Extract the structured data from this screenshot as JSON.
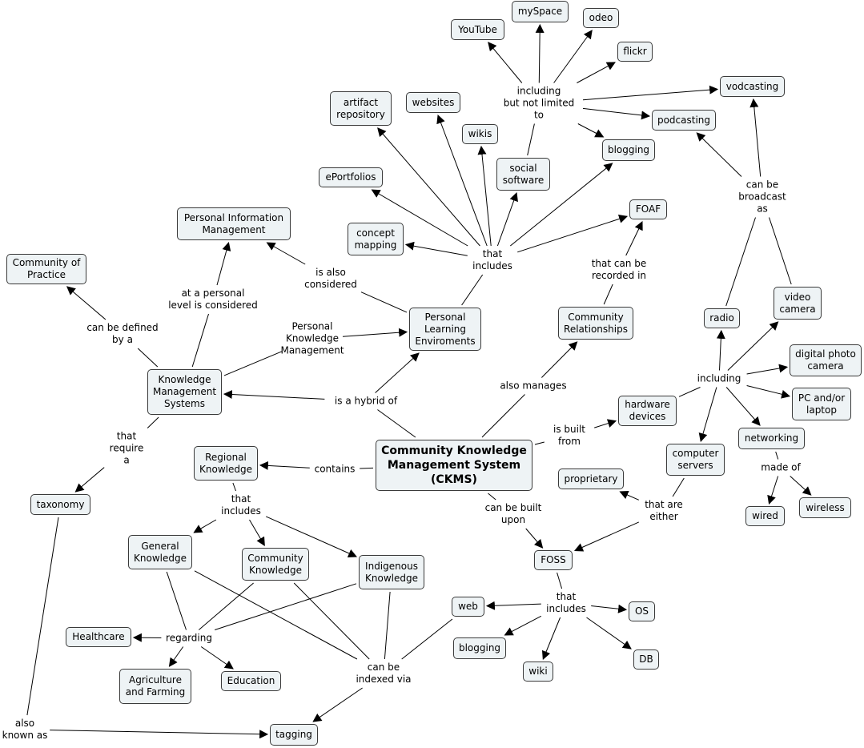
{
  "diagram": {
    "nodes": [
      {
        "id": "ckms",
        "text": "Community Knowledge\nManagement System\n(CKMS)",
        "main": true
      },
      {
        "id": "kms",
        "text": "Knowledge\nManagement\nSystems"
      },
      {
        "id": "cop",
        "text": "Community of\nPractice"
      },
      {
        "id": "pim",
        "text": "Personal Information\nManagement"
      },
      {
        "id": "ple",
        "text": "Personal\nLearning\nEnviroments"
      },
      {
        "id": "comrel",
        "text": "Community\nRelationships"
      },
      {
        "id": "foaf",
        "text": "FOAF"
      },
      {
        "id": "hw",
        "text": "hardware\ndevices"
      },
      {
        "id": "regional",
        "text": "Regional\nKnowledge"
      },
      {
        "id": "foss",
        "text": "FOSS"
      },
      {
        "id": "taxonomy",
        "text": "taxonomy"
      },
      {
        "id": "tagging",
        "text": "tagging"
      },
      {
        "id": "general",
        "text": "General\nKnowledge"
      },
      {
        "id": "community",
        "text": "Community\nKnowledge"
      },
      {
        "id": "indigenous",
        "text": "Indigenous\nKnowledge"
      },
      {
        "id": "healthcare",
        "text": "Healthcare"
      },
      {
        "id": "agri",
        "text": "Agriculture\nand Farming"
      },
      {
        "id": "education",
        "text": "Education"
      },
      {
        "id": "web",
        "text": "web"
      },
      {
        "id": "blogging2",
        "text": "blogging"
      },
      {
        "id": "wiki",
        "text": "wiki"
      },
      {
        "id": "os",
        "text": "OS"
      },
      {
        "id": "db",
        "text": "DB"
      },
      {
        "id": "proprietary",
        "text": "proprietary"
      },
      {
        "id": "servers",
        "text": "computer\nservers"
      },
      {
        "id": "networking",
        "text": "networking"
      },
      {
        "id": "wired",
        "text": "wired"
      },
      {
        "id": "wireless",
        "text": "wireless"
      },
      {
        "id": "radio",
        "text": "radio"
      },
      {
        "id": "videocam",
        "text": "video\ncamera"
      },
      {
        "id": "digicam",
        "text": "digital photo\ncamera"
      },
      {
        "id": "pc",
        "text": "PC and/or\nlaptop"
      },
      {
        "id": "vodcasting",
        "text": "vodcasting"
      },
      {
        "id": "podcasting",
        "text": "podcasting"
      },
      {
        "id": "blogging1",
        "text": "blogging"
      },
      {
        "id": "social",
        "text": "social\nsoftware"
      },
      {
        "id": "wikis",
        "text": "wikis"
      },
      {
        "id": "websites",
        "text": "websites"
      },
      {
        "id": "artifact",
        "text": "artifact\nrepository"
      },
      {
        "id": "eport",
        "text": "ePortfolios"
      },
      {
        "id": "concept",
        "text": "concept\nmapping"
      },
      {
        "id": "youtube",
        "text": "YouTube"
      },
      {
        "id": "myspace",
        "text": "mySpace"
      },
      {
        "id": "odeo",
        "text": "odeo"
      },
      {
        "id": "flickr",
        "text": "flickr"
      }
    ],
    "labels": [
      {
        "id": "l_hybrid",
        "text": "is a hybrid of"
      },
      {
        "id": "l_pkm",
        "text": "Personal\nKnowledge\nManagement"
      },
      {
        "id": "l_defined",
        "text": "can be defined\nby a"
      },
      {
        "id": "l_personal",
        "text": "at a personal\nlevel is considered"
      },
      {
        "id": "l_also",
        "text": "is also\nconsidered"
      },
      {
        "id": "l_require",
        "text": "that\nrequire\na"
      },
      {
        "id": "l_contains",
        "text": "contains"
      },
      {
        "id": "l_manages",
        "text": "also manages"
      },
      {
        "id": "l_recorded",
        "text": "that can be\nrecorded in"
      },
      {
        "id": "l_built",
        "text": "is built\nfrom"
      },
      {
        "id": "l_builtupon",
        "text": "can be built\nupon"
      },
      {
        "id": "l_ple_incl",
        "text": "that\nincludes"
      },
      {
        "id": "l_incl_nl",
        "text": "including\nbut not limited\nto"
      },
      {
        "id": "l_broadcast",
        "text": "can be\nbroadcast\nas"
      },
      {
        "id": "l_hw_incl",
        "text": "including"
      },
      {
        "id": "l_madeof",
        "text": "made of"
      },
      {
        "id": "l_either",
        "text": "that are\neither"
      },
      {
        "id": "l_foss_incl",
        "text": "that\nincludes"
      },
      {
        "id": "l_reg_incl",
        "text": "that\nincludes"
      },
      {
        "id": "l_regarding",
        "text": "regarding"
      },
      {
        "id": "l_indexed",
        "text": "can be\nindexed via"
      },
      {
        "id": "l_aka",
        "text": "also\nknown as"
      }
    ]
  }
}
